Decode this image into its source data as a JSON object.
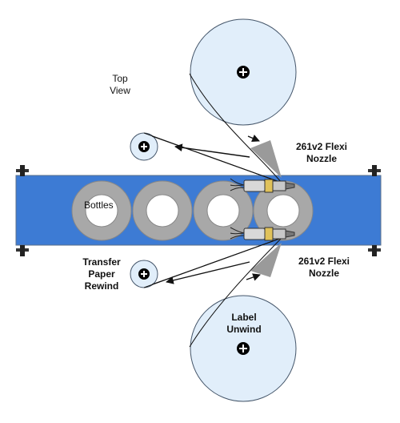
{
  "labels": {
    "view": [
      "Top",
      "View"
    ],
    "bottles": "Bottles",
    "nozzle_top": [
      "261v2 Flexi",
      "Nozzle"
    ],
    "nozzle_bottom": [
      "261v2 Flexi",
      "Nozzle"
    ],
    "rewind": [
      "Transfer",
      "Paper",
      "Rewind"
    ],
    "unwind": [
      "Label",
      "Unwind"
    ]
  },
  "colors": {
    "conveyor": "#3d7bd4",
    "conveyor_stroke": "#5a6f8a",
    "roll_fill": "#e1eefa",
    "roll_stroke": "#45566a",
    "bottle_outer": "#a8a8a8",
    "bottle_inner": "#ffffff",
    "wedge": "#9a9a9a",
    "nozzle_body": "#d8d8d8",
    "text": "#111111"
  },
  "icons": {
    "hub": "plus-circle-icon",
    "bolt": "end-bolt-icon",
    "nozzle": "spray-nozzle-icon"
  }
}
